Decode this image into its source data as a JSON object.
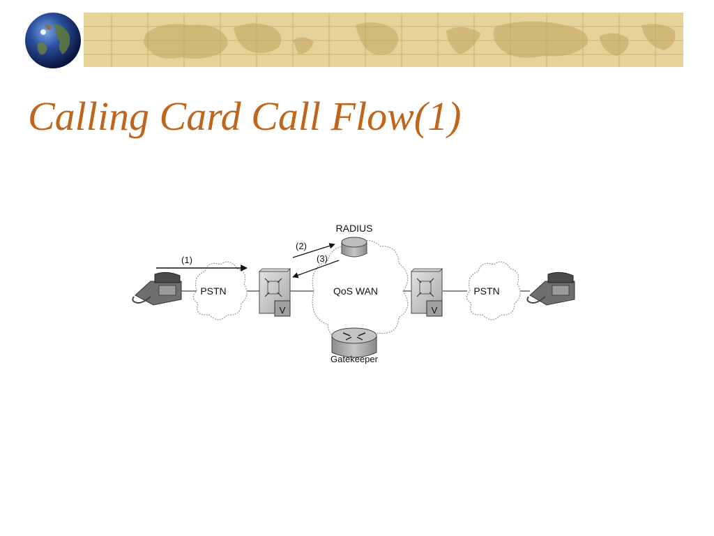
{
  "slide": {
    "title": "Calling Card Call Flow(1)"
  },
  "diagram": {
    "nodes": {
      "radius": "RADIUS",
      "pstn_left": "PSTN",
      "qos_wan": "QoS WAN",
      "pstn_right": "PSTN",
      "gatekeeper": "Gatekeeper",
      "gateway_left_badge": "V",
      "gateway_right_badge": "V"
    },
    "steps": {
      "step1": "(1)",
      "step2": "(2)",
      "step3": "(3)"
    }
  },
  "colors": {
    "title": "#c0661c",
    "banner": "#e6d39a",
    "banner_land": "#cfb777"
  },
  "icons": {
    "globe": "globe-icon",
    "phone": "telephone-icon",
    "gateway": "voice-gateway-icon",
    "database": "database-icon",
    "router": "router-icon",
    "cloud": "cloud-icon"
  }
}
